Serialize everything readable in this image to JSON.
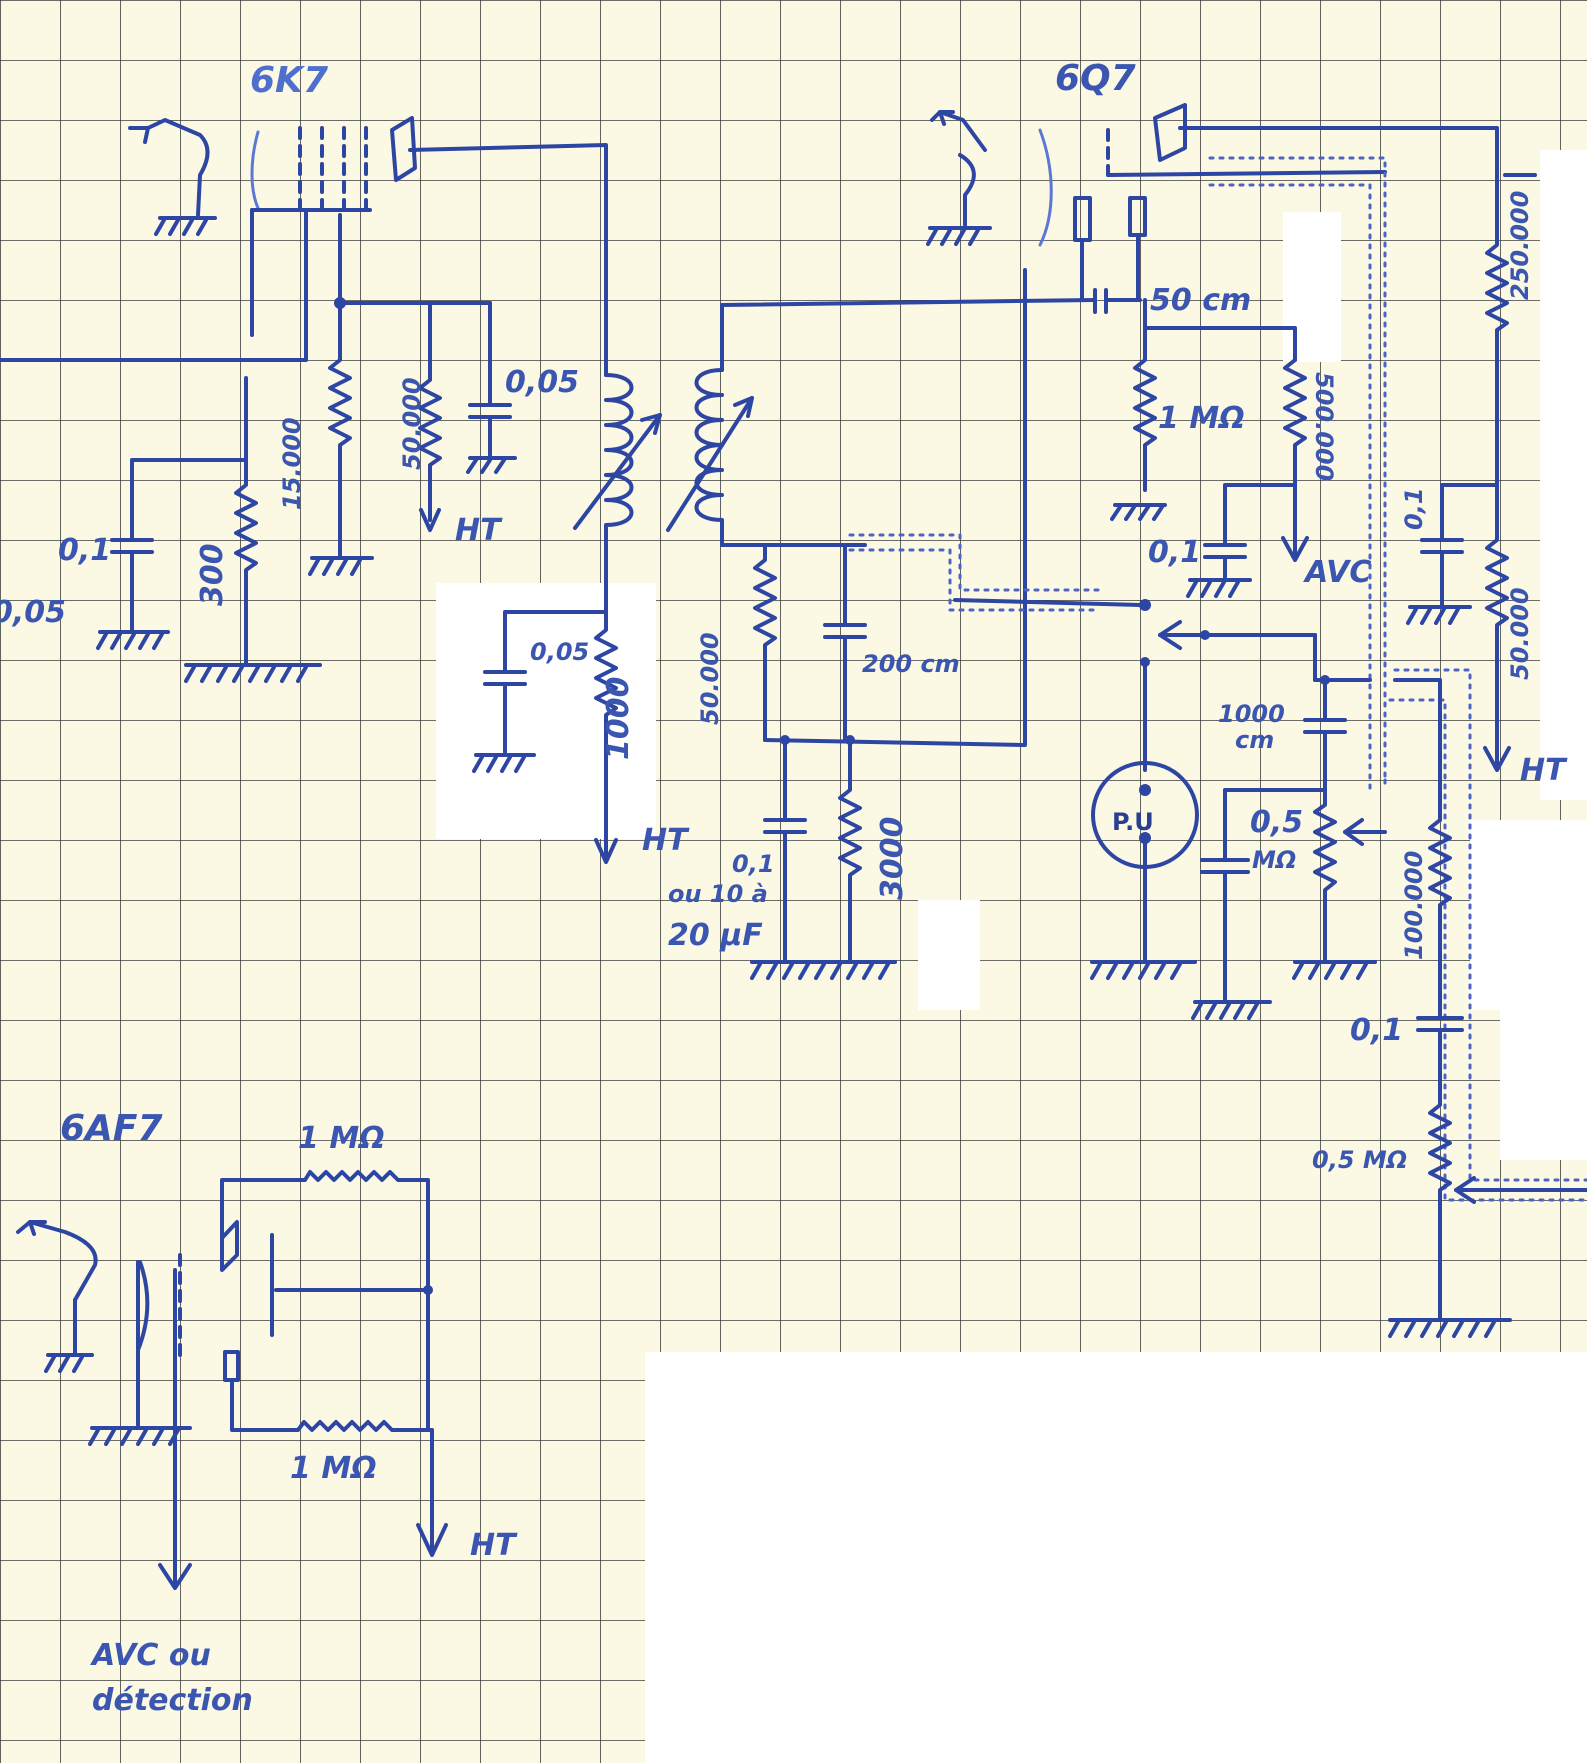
{
  "tubes": {
    "t1": "6K7",
    "t2": "6Q7",
    "t3": "6AF7"
  },
  "components": {
    "r_15000": "15.000",
    "r_50000_screen": "50.000",
    "c_005_screen": "0,05",
    "c_01_cathode": "0,1",
    "r_300": "300",
    "c_005_left": "0,05",
    "c_005_dec": "0,05",
    "r_1000": "1000",
    "r_50000_det": "50.000",
    "c_200cm": "200 cm",
    "c_01_10_20": [
      "0,1",
      "ou 10 à",
      "20 μF"
    ],
    "r_3000": "3000",
    "c_50cm": "50 cm",
    "r_1mohm_grid": "1 MΩ",
    "r_500k": "500.000",
    "c_01_avc": "0,1",
    "avc": "AVC",
    "pu": "P.U",
    "c_1000cm": [
      "1000",
      "cm"
    ],
    "pot_05": [
      "0,5",
      "MΩ"
    ],
    "r_250000": "250.000",
    "c_01_plate": "0,1",
    "r_50000_plate": "50.000",
    "r_100000": "100.000",
    "c_01_out": "0,1",
    "pot_05m": "0,5 MΩ",
    "r_1mohm_top": "1 MΩ",
    "r_1mohm_bot": "1 MΩ",
    "avc_note": [
      "AVC ou",
      "détection"
    ]
  },
  "ht": {
    "ht1": "HT",
    "ht2": "HT",
    "ht3": "HT",
    "ht4": "HT"
  }
}
